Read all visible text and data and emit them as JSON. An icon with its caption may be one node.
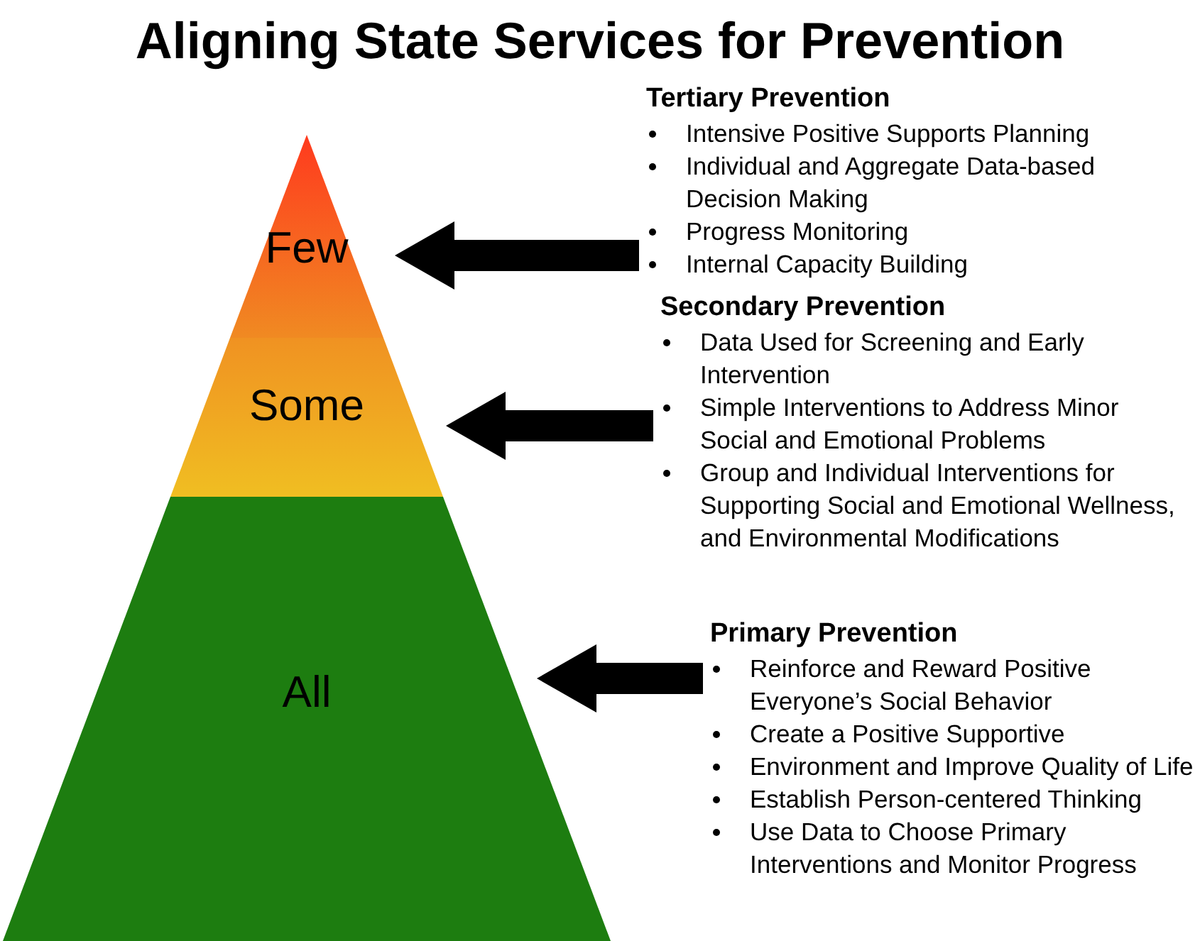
{
  "diagram": {
    "title": "Aligning State Services for Prevention",
    "nodes": [
      {
        "text": [
          "Few"
        ]
      },
      {
        "text": [
          "Some"
        ]
      },
      {
        "text": [
          "All"
        ]
      },
      {
        "text": [
          "Tertiary Prevention",
          "Intensive Positive Supports Planning",
          "Individual and Aggregate Data-based Decision Making",
          "Progress Monitoring",
          "Internal Capacity Building"
        ]
      },
      {
        "text": [
          "Secondary Prevention",
          "Data Used for Screening and Early Intervention",
          "Simple Interventions to Address Minor Social and Emotional Problems",
          "Group and Individual Interventions for Supporting Social and Emotional Wellness, and Environmental Modifications"
        ]
      },
      {
        "text": [
          "Primary Prevention",
          "Reinforce and Reward Positive Everyone’s Social Behavior",
          "Create a Positive Supportive",
          "Environment and Improve Quality of Life",
          "Establish Person-centered Thinking",
          "Use Data to Choose Primary Interventions and Monitor Progress"
        ]
      }
    ],
    "edges": [
      {
        "from": 3,
        "to": 0,
        "arrow": "to"
      },
      {
        "from": 4,
        "to": 1,
        "arrow": "to"
      },
      {
        "from": 5,
        "to": 2,
        "arrow": "to"
      }
    ]
  }
}
